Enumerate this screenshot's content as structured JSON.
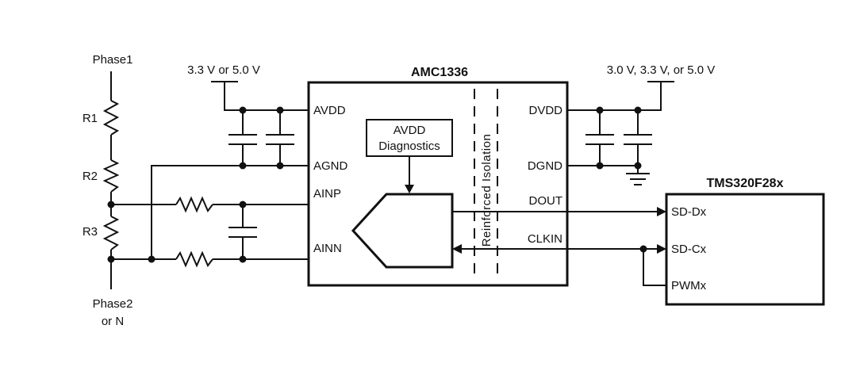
{
  "colors": {
    "line": "#111111",
    "background": "#ffffff"
  },
  "left_network": {
    "phase1": "Phase1",
    "phase2_line1": "Phase2",
    "phase2_line2": "or N",
    "r1": "R1",
    "r2": "R2",
    "r3": "R3"
  },
  "supplies": {
    "left": "3.3 V or 5.0 V",
    "right": "3.0 V, 3.3 V, or 5.0 V"
  },
  "amc1336": {
    "title": "AMC1336",
    "pin_avdd": "AVDD",
    "pin_agnd": "AGND",
    "pin_ainp": "AINP",
    "pin_ainn": "AINN",
    "pin_dvdd": "DVDD",
    "pin_dgnd": "DGND",
    "pin_dout": "DOUT",
    "pin_clkin": "CLKIN",
    "diagnostics_line1": "AVDD",
    "diagnostics_line2": "Diagnostics",
    "isolation": "Reinforced Isolation"
  },
  "tms320": {
    "title": "TMS320F28x",
    "pin_sddx": "SD-Dx",
    "pin_sdcx": "SD-Cx",
    "pin_pwmx": "PWMx"
  }
}
